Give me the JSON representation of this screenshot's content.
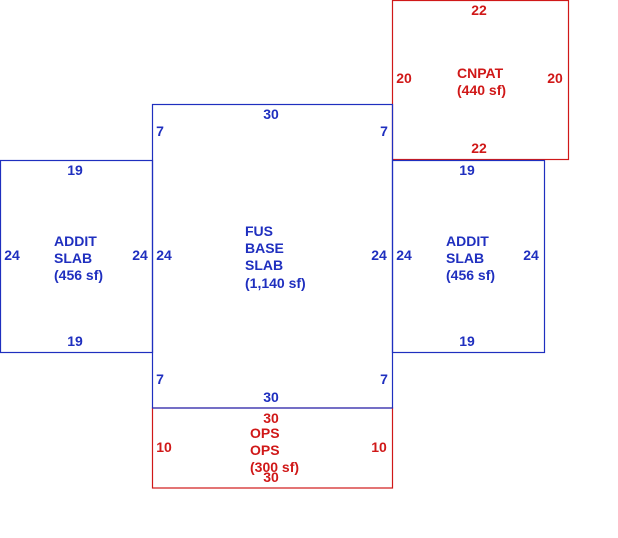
{
  "colors": {
    "blue": "#1f2fbf",
    "red": "#d01818"
  },
  "areas": {
    "cnpat": {
      "name": "CNPAT",
      "area": "(440 sf)",
      "dims": {
        "top": "22",
        "bottom": "22",
        "left": "20",
        "right": "20"
      }
    },
    "addit_left": {
      "line1": "ADDIT",
      "line2": "SLAB",
      "area": "(456 sf)",
      "dims": {
        "top": "19",
        "bottom": "19",
        "left": "24",
        "right": "24"
      }
    },
    "base": {
      "line1": "FUS",
      "line2": "BASE",
      "line3": "SLAB",
      "area": "(1,140 sf)",
      "dims": {
        "top": "30",
        "bottom": "30",
        "left": "24",
        "right": "24",
        "ul": "7",
        "ur": "7",
        "ll": "7",
        "lr": "7"
      }
    },
    "addit_right": {
      "line1": "ADDIT",
      "line2": "SLAB",
      "area": "(456 sf)",
      "dims": {
        "top": "19",
        "bottom": "19",
        "left": "24",
        "right": "24"
      }
    },
    "ops": {
      "line1": "OPS",
      "line2": "OPS",
      "area": "(300 sf)",
      "dims": {
        "top": "30",
        "bottom": "30",
        "left": "10",
        "right": "10"
      }
    }
  }
}
